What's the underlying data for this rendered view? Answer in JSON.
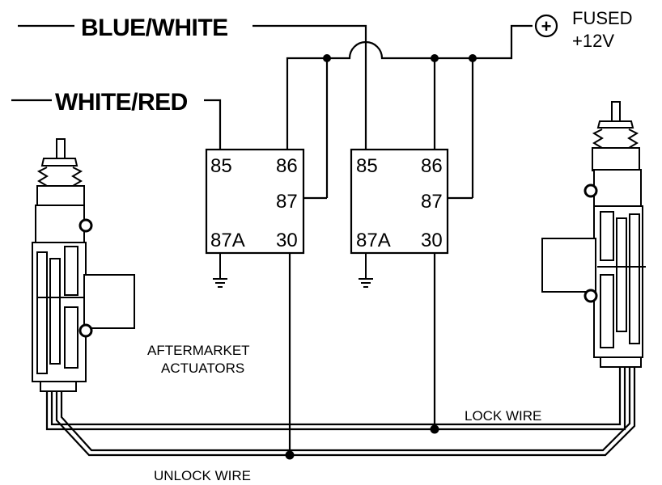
{
  "labels": {
    "blue_white": "BLUE/WHITE",
    "white_red": "WHITE/RED",
    "fused_line1": "FUSED",
    "fused_line2": "+12V",
    "aftermarket_line1": "AFTERMARKET",
    "aftermarket_line2": "ACTUATORS",
    "lock_wire": "LOCK WIRE",
    "unlock_wire": "UNLOCK WIRE"
  },
  "relays": [
    {
      "pin_85": "85",
      "pin_86": "86",
      "pin_87": "87",
      "pin_87a": "87A",
      "pin_30": "30"
    },
    {
      "pin_85": "85",
      "pin_86": "86",
      "pin_87": "87",
      "pin_87a": "87A",
      "pin_30": "30"
    }
  ],
  "symbols": {
    "plus": "+"
  },
  "colors": {
    "line": "#000000",
    "background": "#ffffff"
  }
}
